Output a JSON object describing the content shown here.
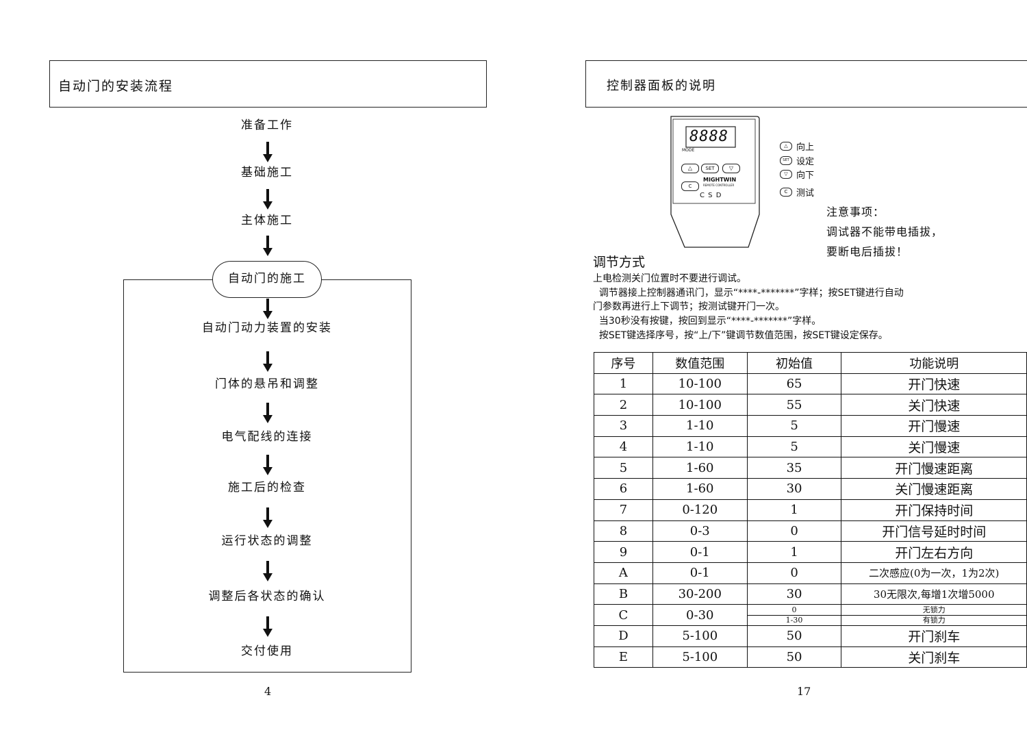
{
  "left_page": {
    "title": "自动门的安装流程",
    "steps_outer": [
      "准备工作",
      "基础施工",
      "主体施工"
    ],
    "group_label": "自动门的施工",
    "steps_inner": [
      "自动门动力装置的安装",
      "门体的悬吊和调整",
      "电气配线的连接",
      "施工后的检查",
      "运行状态的调整",
      "调整后各状态的确认",
      "交付使用"
    ],
    "page_number": "4"
  },
  "right_page": {
    "title": "控制器面板的说明",
    "device": {
      "display": "8888",
      "mode_label": "MODE",
      "buttons": [
        "△",
        "SET",
        "▽",
        "C"
      ],
      "brand": "MIGHTWIN",
      "brand_sub": "REMOTE CONTROLLER",
      "bottom_marks": "C S D"
    },
    "legend": [
      {
        "icon": "△",
        "label": "向上"
      },
      {
        "icon": "SET",
        "label": "设定"
      },
      {
        "icon": "▽",
        "label": "向下"
      },
      {
        "icon": "C",
        "label": "测试"
      }
    ],
    "notice": [
      "注意事项：",
      "调试器不能带电插拔，",
      "要断电后插拔！"
    ],
    "adjust_title": "调节方式",
    "adjust_lines": [
      "上电检测关门位置时不要进行调试。",
      "  调节器接上控制器通讯门，显示“****-*******”字样；按SET键进行自动",
      "门参数再进行上下调节；按测试键开门一次。",
      "  当30秒没有按键，按回到显示“****-*******”字样。",
      "  按SET键选择序号，按“上/下”键调节数值范围，按SET键设定保存。"
    ],
    "table": {
      "headers": [
        "序号",
        "数值范围",
        "初始值",
        "功能说明"
      ],
      "rows": [
        [
          "1",
          "10-100",
          "65",
          "开门快速"
        ],
        [
          "2",
          "10-100",
          "55",
          "关门快速"
        ],
        [
          "3",
          "1-10",
          "5",
          "开门慢速"
        ],
        [
          "4",
          "1-10",
          "5",
          "关门慢速"
        ],
        [
          "5",
          "1-60",
          "35",
          "开门慢速距离"
        ],
        [
          "6",
          "1-60",
          "30",
          "关门慢速距离"
        ],
        [
          "7",
          "0-120",
          "1",
          "开门保持时间"
        ],
        [
          "8",
          "0-3",
          "0",
          "开门信号延时时间"
        ],
        [
          "9",
          "0-1",
          "1",
          "开门左右方向"
        ],
        [
          "A",
          "0-1",
          "0",
          "二次感应(0为一次，1为2次)"
        ],
        [
          "B",
          "30-200",
          "30",
          "30无限次,每增1次增5000"
        ]
      ],
      "row_c": {
        "seq": "C",
        "range": "0-30",
        "init_top": "0",
        "init_bottom": "1-30",
        "fn_top": "无锁力",
        "fn_bottom": "有锁力"
      },
      "rows_tail": [
        [
          "D",
          "5-100",
          "50",
          "开门刹车"
        ],
        [
          "E",
          "5-100",
          "50",
          "关门刹车"
        ]
      ]
    },
    "page_number": "17"
  }
}
